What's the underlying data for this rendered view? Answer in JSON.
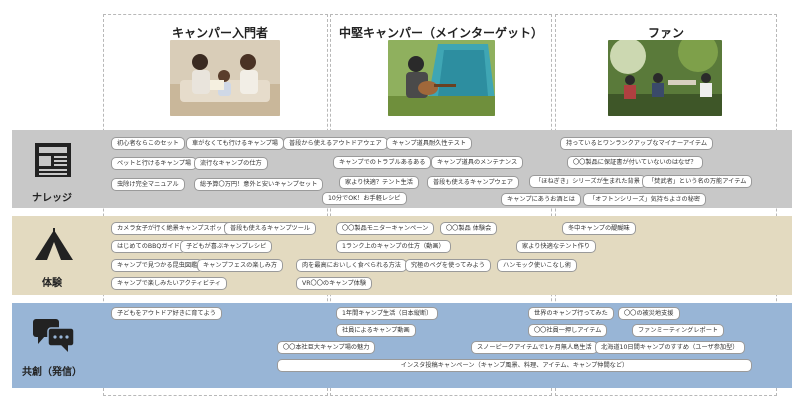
{
  "columns": {
    "beginner": {
      "title": "キャンパー入門者"
    },
    "mid": {
      "title": "中堅キャンパー（メインターゲット）"
    },
    "fan": {
      "title": "ファン"
    }
  },
  "rows": {
    "knowledge": {
      "label": "ナレッジ",
      "icon": "newspaper-icon",
      "color": "#c8c8c8"
    },
    "experience": {
      "label": "体験",
      "icon": "tent-icon",
      "color": "#e3dac0"
    },
    "cocreation": {
      "label": "共創（発信）",
      "icon": "chat-bubbles-icon",
      "color": "#98b5d6"
    }
  },
  "knowledge_items": [
    "初心者ならこのセット",
    "車がなくても行けるキャンプ場",
    "普段から使えるアウトドアウェア",
    "キャンプ道具耐久性テスト",
    "ペットと行けるキャンプ場",
    "流行なキャンプの仕方",
    "キャンプでのトラブルあるある",
    "キャンプ道具のメンテナンス",
    "虫除け完全マニュアル",
    "総予算〇万円！意外と安いキャンプセット",
    "家より快適？テント生活",
    "普段も使えるキャンプウェア",
    "10分でOK！お手軽レシピ",
    "持っているとワンランクアップなマイナーアイテム",
    "〇〇製品に保証書が付いていないのはなぜ？",
    "「ほねぎき」シリーズが生まれた背景",
    "「焚武者」という名の万能アイテム",
    "キャンプにあうお酒とは",
    "「オフトンシリーズ」気持ちよさの秘密"
  ],
  "experience_items": [
    "カメラ女子が行く絶景キャンプスポット",
    "普段も使えるキャンプツール",
    "はじめてのBBQガイド",
    "子どもが喜ぶキャンプレシピ",
    "キャンプで見つかる昆虫図鑑",
    "キャンプフェスの楽しみ方",
    "キャンプで楽しみたいアクティビティ",
    "〇〇製品モニターキャンペーン",
    "〇〇製品 体験会",
    "1ランク上のキャンプの仕方（動画）",
    "肉を最高においしく食べられる方法",
    "究極のペグを使ってみよう",
    "VR〇〇のキャンプ体験",
    "冬中キャンプの醍醐味",
    "家より快適なテント作り",
    "ハンモック使いこなし術"
  ],
  "cocreation_items": [
    "子どもをアウトドア好きに育てよう",
    "1年間キャンプ生活（日本縦断）",
    "社員によるキャンプ動画",
    "〇〇本社巨大キャンプ場の魅力",
    "世界のキャンプ行ってみた",
    "〇〇の被災地支援",
    "〇〇社員一押しアイテム",
    "ファンミーティングレポート",
    "スノーピークアイテムで1ヶ月無人島生活",
    "北海道10日間キャンプのすすめ（ユーザ参加型）",
    "インスタ投稿キャンペーン（キャンプ風景、料理、アイテム、キャンプ仲間など）"
  ]
}
